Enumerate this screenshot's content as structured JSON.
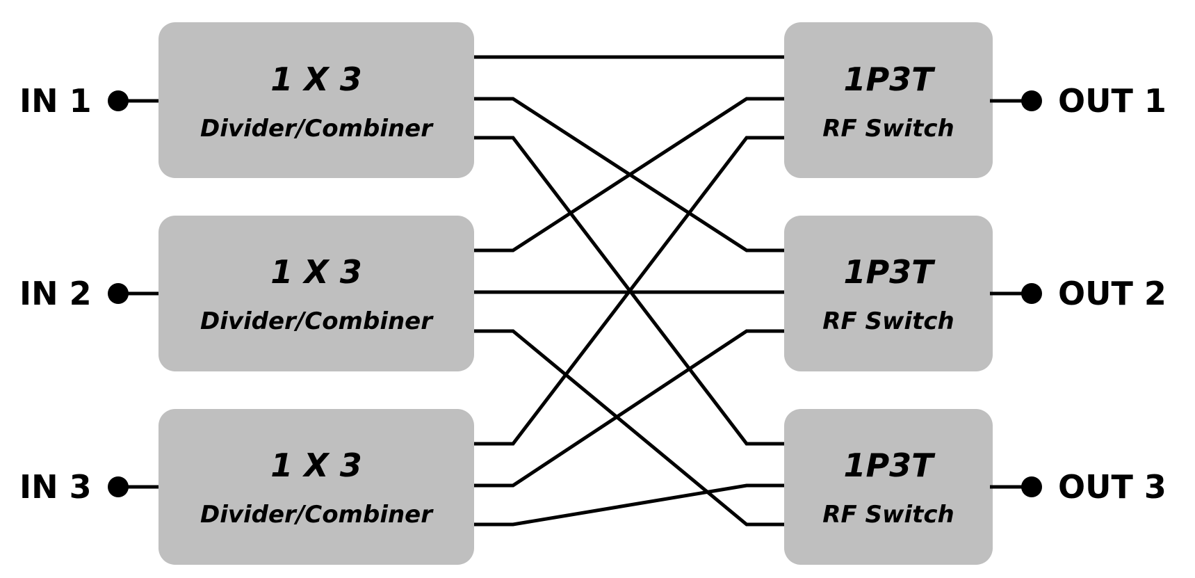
{
  "inputs": [
    {
      "label": "IN 1"
    },
    {
      "label": "IN 2"
    },
    {
      "label": "IN 3"
    }
  ],
  "outputs": [
    {
      "label": "OUT 1"
    },
    {
      "label": "OUT 2"
    },
    {
      "label": "OUT 3"
    }
  ],
  "dividers": [
    {
      "title": "1 X 3",
      "subtitle": "Divider/Combiner"
    },
    {
      "title": "1 X 3",
      "subtitle": "Divider/Combiner"
    },
    {
      "title": "1 X 3",
      "subtitle": "Divider/Combiner"
    }
  ],
  "switches": [
    {
      "title": "1P3T",
      "subtitle": "RF Switch"
    },
    {
      "title": "1P3T",
      "subtitle": "RF Switch"
    },
    {
      "title": "1P3T",
      "subtitle": "RF Switch"
    }
  ],
  "connections": [
    {
      "from_divider": 1,
      "from_port": 1,
      "to_switch": 1,
      "to_port": 1
    },
    {
      "from_divider": 1,
      "from_port": 2,
      "to_switch": 2,
      "to_port": 1
    },
    {
      "from_divider": 1,
      "from_port": 3,
      "to_switch": 3,
      "to_port": 1
    },
    {
      "from_divider": 2,
      "from_port": 1,
      "to_switch": 1,
      "to_port": 2
    },
    {
      "from_divider": 2,
      "from_port": 2,
      "to_switch": 2,
      "to_port": 2
    },
    {
      "from_divider": 2,
      "from_port": 3,
      "to_switch": 3,
      "to_port": 3
    },
    {
      "from_divider": 3,
      "from_port": 1,
      "to_switch": 1,
      "to_port": 3
    },
    {
      "from_divider": 3,
      "from_port": 2,
      "to_switch": 2,
      "to_port": 3
    },
    {
      "from_divider": 3,
      "from_port": 3,
      "to_switch": 3,
      "to_port": 2
    }
  ],
  "colors": {
    "block_fill": "#bfbfbf",
    "line": "#000000",
    "text": "#000000",
    "background": "#ffffff"
  }
}
